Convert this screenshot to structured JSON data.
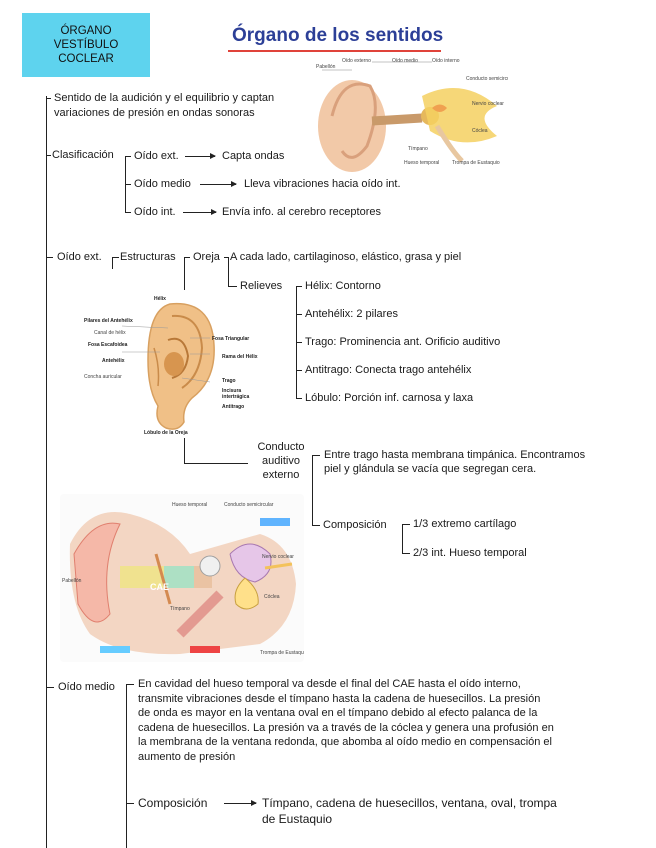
{
  "tag": {
    "line1": "ÓRGANO",
    "line2": "VESTÍBULO",
    "line3": "COCLEAR"
  },
  "title": "Órgano de los sentidos",
  "intro": {
    "line1": "Sentido de la audición y el equilibrio y captan",
    "line2": "variaciones de presión en ondas sonoras"
  },
  "clasificacion": {
    "label": "Clasificación",
    "items": [
      {
        "name": "Oído ext.",
        "desc": "Capta ondas"
      },
      {
        "name": "Oído medio",
        "desc": "Lleva vibraciones hacia oído int."
      },
      {
        "name": "Oído int.",
        "desc": "Envía info. al cerebro receptores"
      }
    ]
  },
  "oido_ext": {
    "label": "Oído ext.",
    "estructuras": "Estructuras",
    "oreja": "Oreja",
    "oreja_desc": "A cada lado, cartilaginoso, elástico, grasa y piel",
    "relieves": "Relieves",
    "relieves_items": [
      "Hélix: Contorno",
      "Antehélix: 2 pilares",
      "Trago: Prominencia ant. Orificio auditivo",
      "Antitrago: Conecta trago antehélix",
      "Lóbulo: Porción inf. carnosa y laxa"
    ],
    "conducto": {
      "line1": "Conducto",
      "line2": "auditivo",
      "line3": "externo"
    },
    "conducto_desc": {
      "line1": "Entre trago hasta membrana timpánica. Encontramos",
      "line2": "piel y glándula se vacía que segregan cera."
    },
    "composicion": "Composición",
    "composicion_items": [
      "1/3 extremo cartílago",
      "2/3 int. Hueso temporal"
    ]
  },
  "oido_medio": {
    "label": "Oído medio",
    "desc": [
      "En cavidad del hueso temporal va desde el final del CAE hasta el oído interno,",
      "transmite vibraciones desde el tímpano hasta la cadena de huesecillos. La presión",
      "de onda es mayor en la ventana oval en el tímpano debido al efecto palanca de la",
      "cadena de huesecillos. La presión va a través de la cóclea y genera una profusión en",
      "la membrana de la ventana redonda, que abomba al oído medio en compensación el",
      "aumento de presión"
    ],
    "composicion": "Composición",
    "composicion_desc": {
      "line1": "Tímpano, cadena de huesecillos, ventana, oval, trompa",
      "line2": "de Eustaquio"
    }
  },
  "figure_ear_anatomy": {
    "labels": [
      "Oído externo",
      "Oído medio",
      "Oído interno",
      "Hueso temporal",
      "Conducto semicircular",
      "Nervio coclear",
      "Cóclea",
      "Tímpano",
      "Trompa de Eustaquio",
      "Pabellón"
    ]
  },
  "figure_auricle": {
    "labels": {
      "helix": "Hélix",
      "pilares": "Pilares del Antehélix",
      "canal": "Canal de hélix",
      "fosa_escafoidea": "Fosa Escafoidea",
      "antehelix": "Antehélix",
      "concha": "Concha auricular",
      "fosa_triangular": "Fosa Triangular",
      "rama": "Rama del Hélix",
      "trago": "Trago",
      "incisura": "Incisura",
      "intertragica": "intertrágica",
      "antitrago": "Antitrago",
      "lobulo": "Lóbulo de la Oreja"
    }
  },
  "figure_section": {
    "cae": "CAE"
  },
  "colors": {
    "tag_bg": "#5ed3ee",
    "title": "#2c3f97",
    "title_underline": "#e0433a"
  }
}
